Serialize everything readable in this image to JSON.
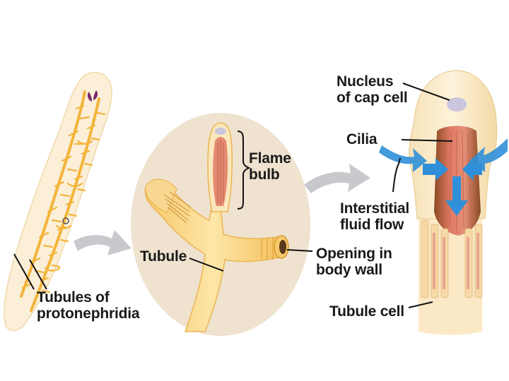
{
  "labels": {
    "tubules": {
      "line1": "Tubules of",
      "line2": "protonephridia"
    },
    "tubule": "Tubule",
    "flame_bulb": {
      "line1": "Flame",
      "line2": "bulb"
    },
    "opening": {
      "line1": "Opening in",
      "line2": "body wall"
    },
    "nucleus": {
      "line1": "Nucleus",
      "line2": "of cap cell"
    },
    "cilia": "Cilia",
    "interstitial": {
      "line1": "Interstitial",
      "line2": "fluid flow"
    },
    "tubule_cell": "Tubule cell"
  },
  "colors": {
    "worm_fill": "#fbefd8",
    "tubule_orange": "#f3b43a",
    "circle_bg": "#efe2cf",
    "tubule_fill": "#fbd98d",
    "cilia_red": "#d97a60",
    "nucleus": "#c9c6de",
    "flow_arrow": "#2f8fd8",
    "connector_arrow": "#c8c9cc",
    "leader": "#111111"
  },
  "icons": [
    "connector-arrow",
    "flow-arrow"
  ]
}
